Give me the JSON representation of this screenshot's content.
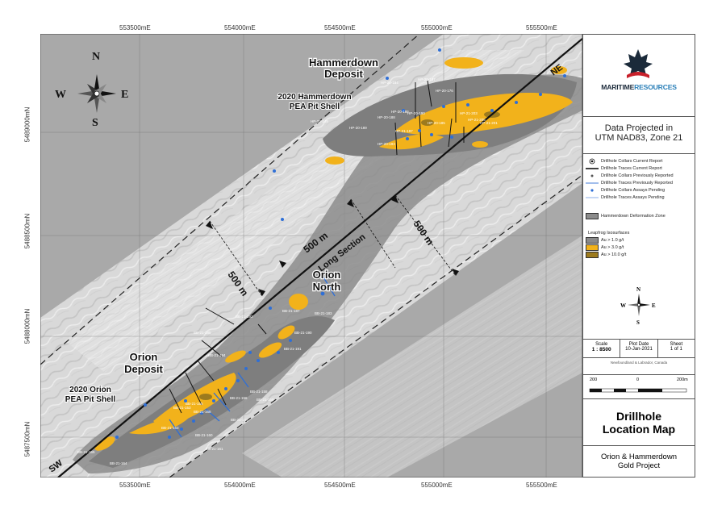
{
  "coords": {
    "top": [
      "553500mE",
      "554000mE",
      "554500mE",
      "555000mE",
      "555500mE"
    ],
    "bottom": [
      "553500mE",
      "554000mE",
      "554500mE",
      "555000mE",
      "555500mE"
    ],
    "left": [
      "5489000mN",
      "5488500mN",
      "5488000mN",
      "5487500mN"
    ]
  },
  "map": {
    "compass": {
      "n": "N",
      "s": "S",
      "e": "E",
      "w": "W"
    },
    "labels": {
      "hammerdown_deposit_1": "Hammerdown",
      "hammerdown_deposit_2": "Deposit",
      "hammerdown_pit_1": "2020 Hammerdown",
      "hammerdown_pit_2": "PEA Pit Shell",
      "orion_north_1": "Orion",
      "orion_north_2": "North",
      "orion_deposit_1": "Orion",
      "orion_deposit_2": "Deposit",
      "orion_pit_1": "2020 Orion",
      "orion_pit_2": "PEA Pit Shell",
      "dist_left": "500 m",
      "dist_center": "500 m",
      "dist_right": "500 m",
      "long_section": "Long Section",
      "ne": "NE",
      "sw": "SW"
    },
    "drill_labels_hammer": [
      "HP-20-149",
      "HP-20-187",
      "HP-20-184",
      "HP-20-188",
      "HP-20-189",
      "HP-20-186",
      "HP-20-190",
      "HP-20-185",
      "HP-21-203",
      "HP-21-205",
      "HP-21-201",
      "HP-20-176",
      "HP-21-197",
      "HP-20-193"
    ],
    "drill_labels_orion": [
      "BB-21-187",
      "BB-21-183",
      "BB-21-190",
      "BB-21-191",
      "BB-21-192",
      "BB-21-185",
      "BB-21-184",
      "BB-21-158",
      "BB-21-159",
      "BB-21-156",
      "BB-21-155",
      "BB-21-153",
      "BB-21-168",
      "BB-21-167",
      "BB-21-163",
      "BB-21-160",
      "BB-21-161",
      "BB-21-164",
      "BB-21-165"
    ]
  },
  "panel": {
    "company_1": "MARITIME",
    "company_2": "RESOURCES",
    "projection_1": "Data Projected in",
    "projection_2": "UTM NAD83, Zone 21",
    "legend": [
      {
        "label": "Drillhole Collars Current Report",
        "sym": "collar-current"
      },
      {
        "label": "Drillhole Traces  Current Report",
        "sym": "trace-current"
      },
      {
        "label": "Drillhole Collars Previously Reported",
        "sym": "collar-prev"
      },
      {
        "label": "Drillhole Traces Previously Reported",
        "sym": "trace-prev"
      },
      {
        "label": "Drillhole Collars Assays Pending",
        "sym": "collar-pending"
      },
      {
        "label": "Drillhole Traces Assays Pending",
        "sym": "trace-pending"
      }
    ],
    "zone_label": "Hammerdown Deformation Zone",
    "isosurf_title": "Leapfrog Isosurfaces",
    "isosurfaces": [
      {
        "label": "Au > 1.0  g/t",
        "color": "#8a8a8a"
      },
      {
        "label": "Au > 3.0  g/t",
        "color": "#f2b21b"
      },
      {
        "label": "Au > 10.0  g/t",
        "color": "#9c7a1e"
      }
    ],
    "compass": {
      "n": "N",
      "s": "S",
      "e": "E",
      "w": "W"
    },
    "scale_label": "Scale",
    "scale_value": "1 : 8500",
    "plot_date_label": "Plot Date",
    "plot_date_value": "10-Jan-2021",
    "sheet_label": "Sheet",
    "sheet_value": "1 of 1",
    "small_note": "Newfoundland & Labrador, Canada",
    "scalebar": [
      "200",
      "0",
      "200m"
    ],
    "title_1": "Drillhole",
    "title_2": "Location Map",
    "project_1": "Orion & Hammerdown",
    "project_2": "Gold Project"
  },
  "colors": {
    "zone": "#8c8c8c",
    "au1": "#8a8a8a",
    "au3": "#f2b21b",
    "au10": "#9c7a1e",
    "collar": "#2f6fd6"
  }
}
